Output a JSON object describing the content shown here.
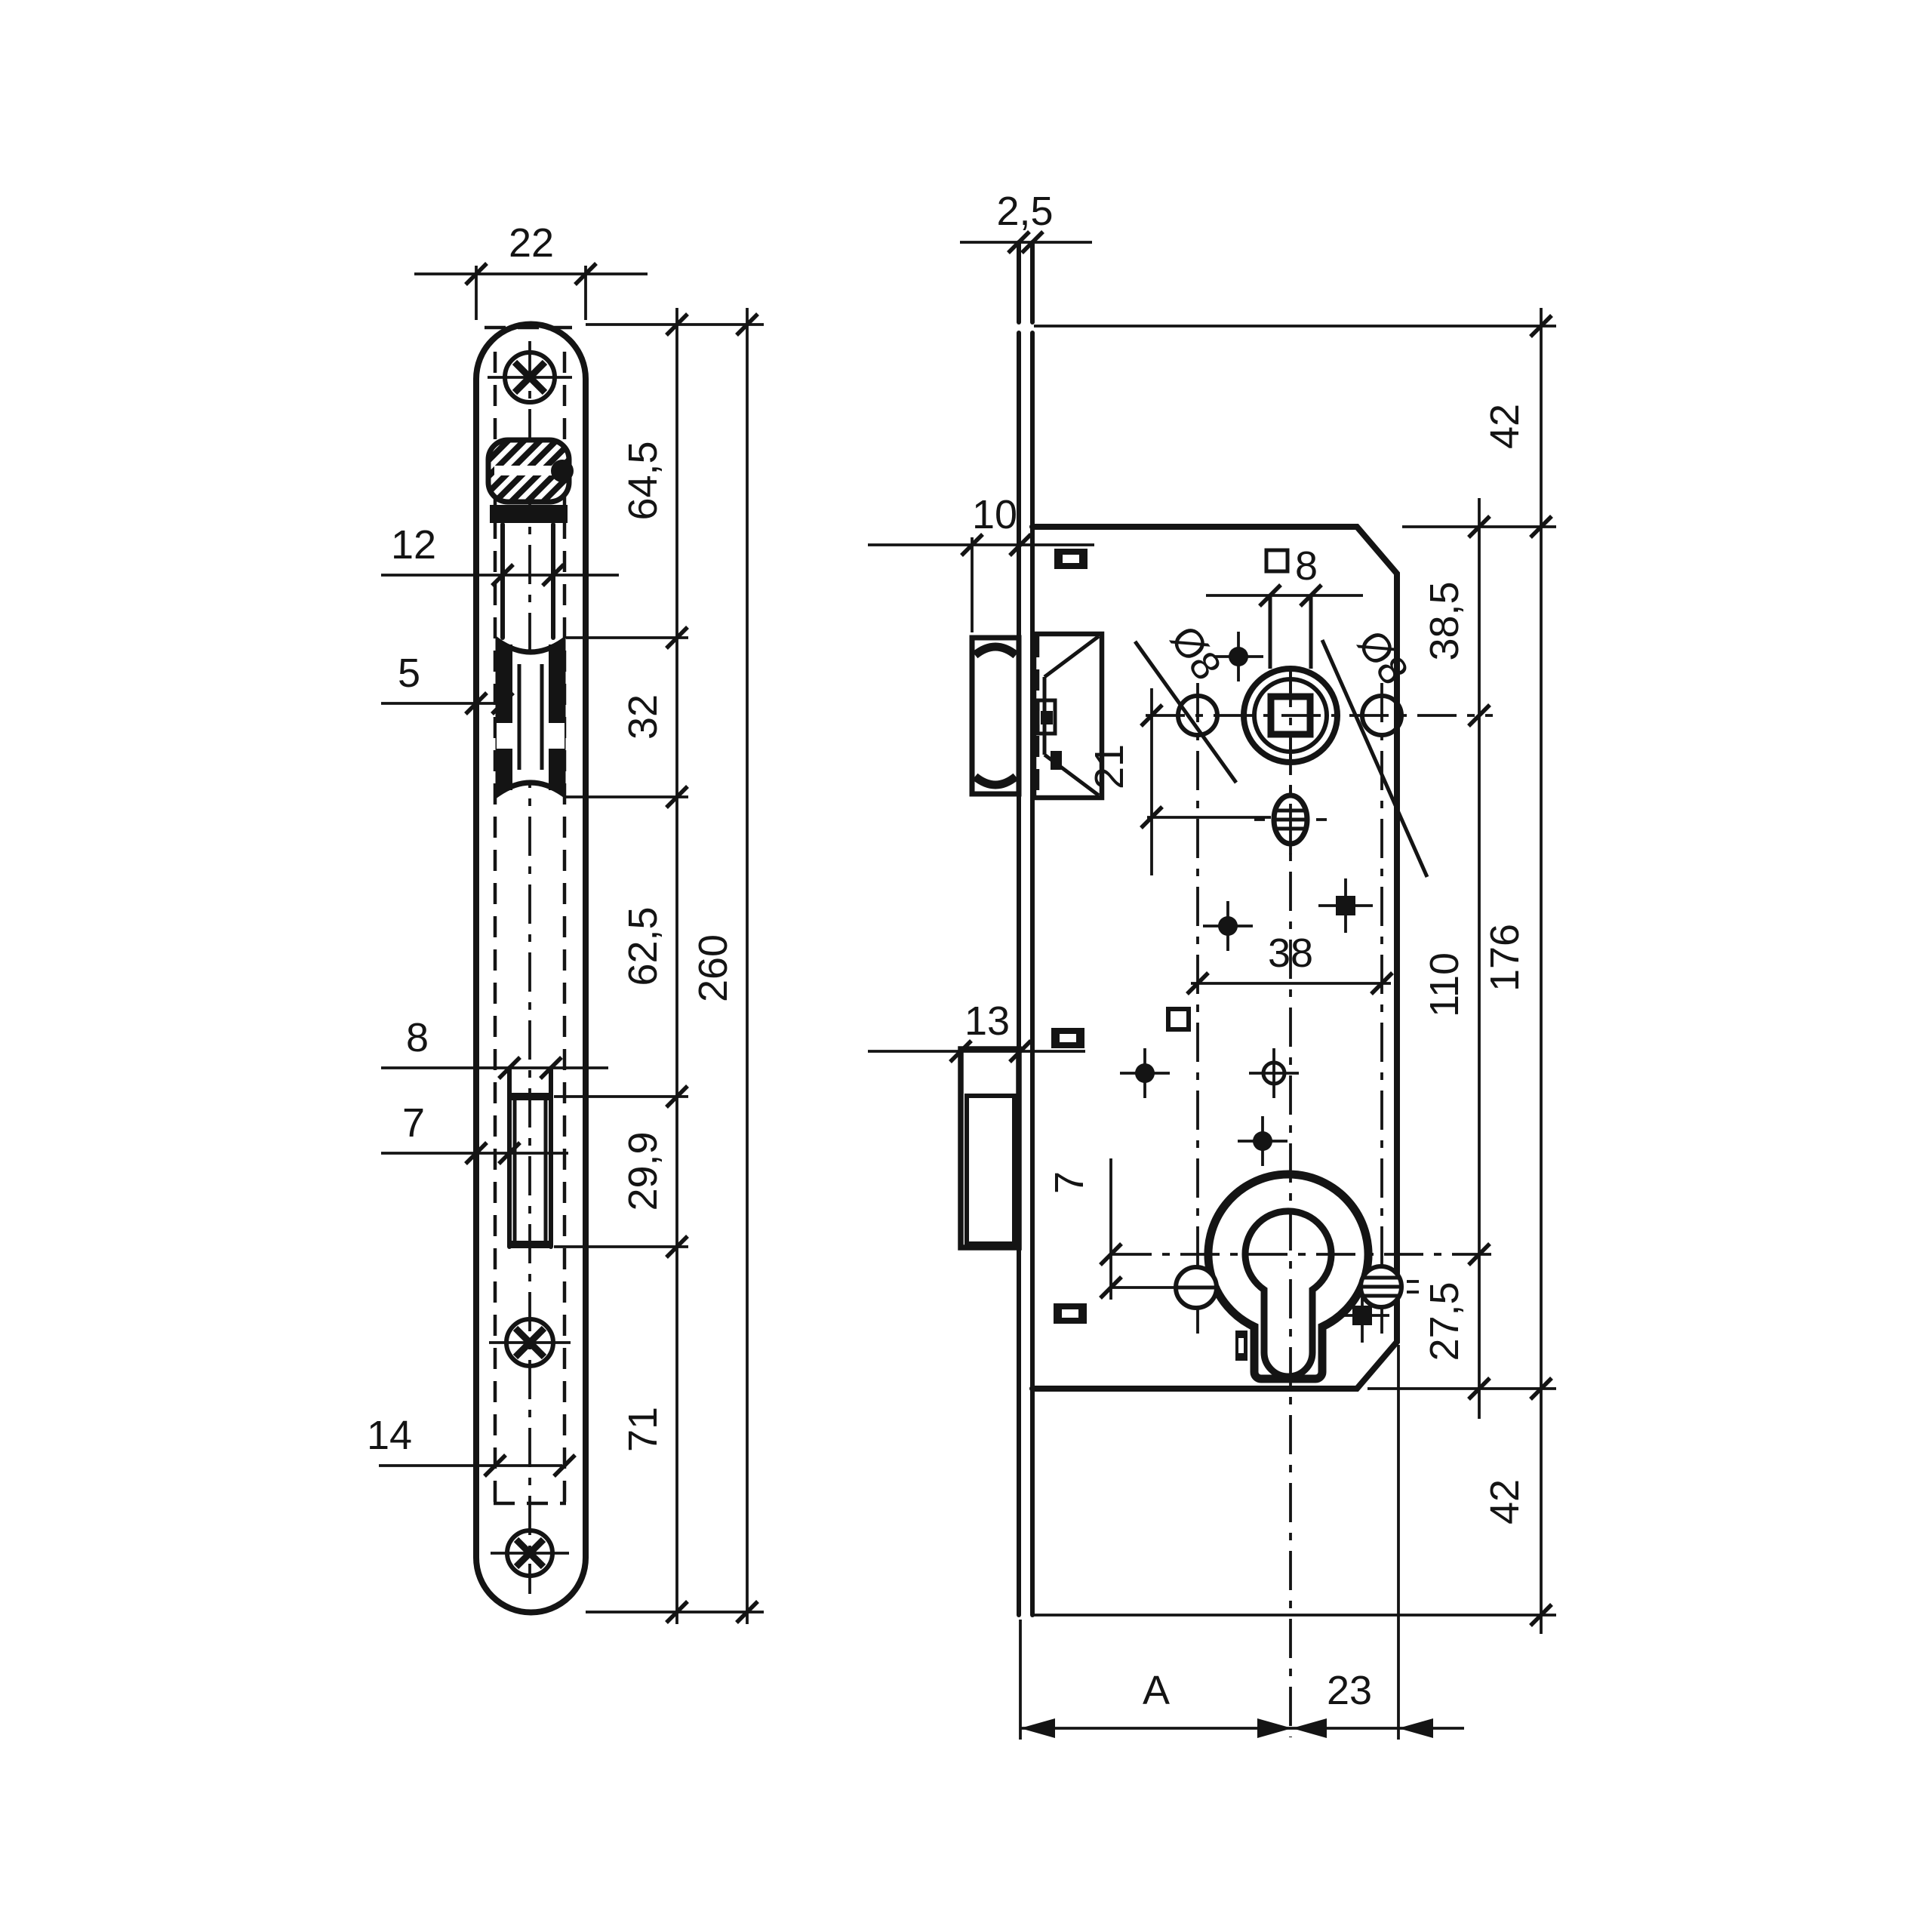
{
  "meta": {
    "background": "#ffffff",
    "ink": "#141414",
    "type": "technical drawing, mortise lock, two orthographic views"
  },
  "front_view": {
    "label": "faceplate front view",
    "dims": {
      "plate_width": "22",
      "top_to_latch": "64,5",
      "latch_opening": "32",
      "latch_to_bolt": "62,5",
      "bolt_opening": "29,9",
      "bolt_to_bottom": "71",
      "plate_length": "260",
      "latch_cutout_width": "12",
      "latch_cutout_offset": "5",
      "bolt_cutout_width": "8",
      "bolt_cutout_offset": "7",
      "inner_plate_width": "14"
    }
  },
  "side_view": {
    "label": "lock case side view",
    "dims": {
      "faceplate_thickness": "2,5",
      "latch_projection": "10",
      "deadbolt_projection": "13",
      "spindle_square": "8",
      "follower_hole_left": "Ø8",
      "follower_hole_right": "Ø8",
      "hub_to_oval": "21",
      "hole_spacing": "38",
      "case_top_to_hub": "38,5",
      "hub_to_cylinder": "110",
      "case_height": "176",
      "cylinder_to_case_bottom": "27,5",
      "top_margin": "42",
      "bottom_margin": "42",
      "cylinder_to_holes": "7",
      "backset": "A",
      "cylinder_to_edge": "23"
    }
  }
}
